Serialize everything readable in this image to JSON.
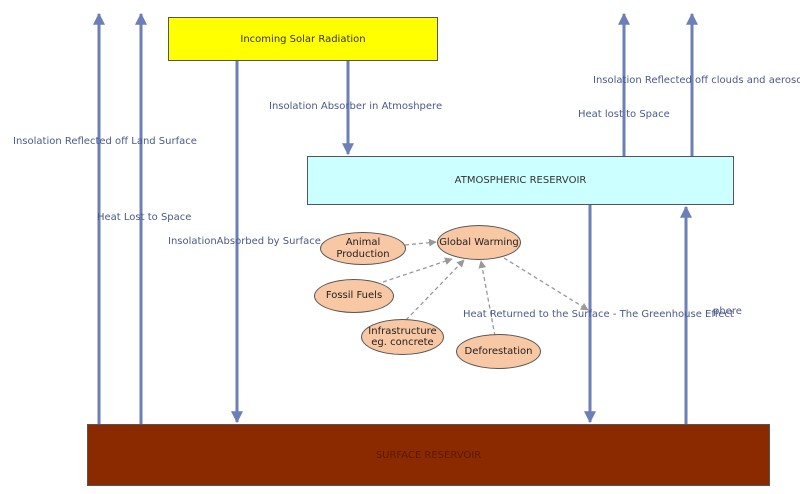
{
  "colors": {
    "arrow": "#6b7fb8",
    "solar_box": "#ffff00",
    "atmosphere_box": "#ccffff",
    "surface_box": "#8b2a00",
    "oval_fill": "#f8c7a4",
    "label_text": "#4a5a8a"
  },
  "boxes": {
    "solar": "Incoming Solar Radiation",
    "atmosphere": "ATMOSPHERIC RESERVOIR",
    "surface": "SURFACE RESERVOIR"
  },
  "ovals": {
    "global_warming": "Global Warming",
    "animal_production": "Animal Production",
    "fossil_fuels": "Fossil Fuels",
    "infrastructure_line1": "Infrastructure",
    "infrastructure_line2": "eg. concrete",
    "deforestation": "Deforestation"
  },
  "labels": {
    "reflected_land": "Insolation Reflected off Land Surface",
    "heat_lost_left": "Heat Lost to Space",
    "absorbed_surface": "InsolationAbsorbed by Surface",
    "absorbed_atmosphere": "Insolation Absorber in Atmoshpere",
    "heat_lost_right": "Heat lost to Space",
    "reflected_clouds": "Insolation Reflected off clouds and aerosols",
    "greenhouse": "Heat Returned to the Surface - The Greenhouse Effect",
    "atmosphere_fragment": "phere"
  }
}
